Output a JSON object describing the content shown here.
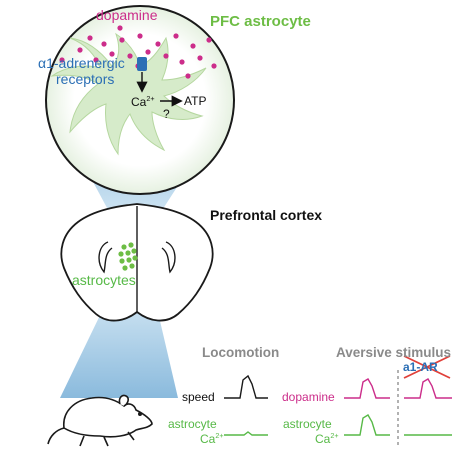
{
  "astrocyte_panel": {
    "title": "PFC astrocyte",
    "dopamine_label": "dopamine",
    "receptor_label_line1": "α1-adrenergic",
    "receptor_label_line2": "receptors",
    "calcium_label": "Ca",
    "calcium_charge": "2+",
    "atp_label": "ATP",
    "question_mark": "?"
  },
  "brain_panel": {
    "title": "Prefrontal cortex",
    "astrocytes_label": "astrocytes"
  },
  "traces": {
    "locomotion_heading": "Locomotion",
    "aversive_heading": "Aversive stimulus",
    "blocked_receptor_label": "a1-AR",
    "speed_label": "speed",
    "dopamine_label": "dopamine",
    "astro_label_line1": "astrocyte",
    "astro_label_line2_base": "Ca",
    "astro_label_line2_charge": "2+"
  },
  "colors": {
    "magenta": "#cc2d8a",
    "green": "#6dbd45",
    "blue": "#2b6fb5",
    "cone": "#a9cde6",
    "cell_fill": "#d9eccd",
    "cross": "#e0403a"
  }
}
